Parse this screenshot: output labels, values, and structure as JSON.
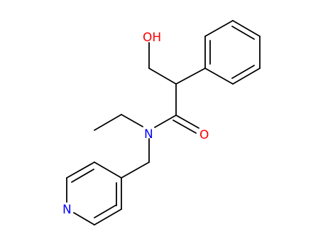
{
  "structure": {
    "atoms": {
      "hydroxyl": {
        "text": "OH",
        "color": "#ff0000"
      },
      "carbonyl_oxygen": {
        "text": "O",
        "color": "#ff0000"
      },
      "amide_nitrogen": {
        "text": "N",
        "color": "#0000ff"
      },
      "pyridine_nitrogen": {
        "text": "N",
        "color": "#0000ff"
      }
    },
    "bond_color": "#000000"
  }
}
